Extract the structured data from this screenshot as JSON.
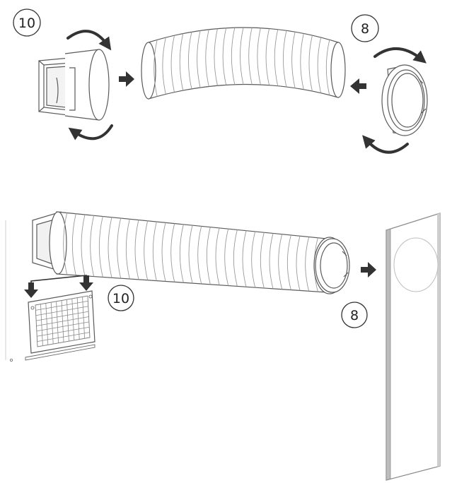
{
  "callouts": {
    "top_left": "10",
    "top_right": "8",
    "bottom_left": "10",
    "bottom_right": "8"
  },
  "colors": {
    "line": "#5a5a5a",
    "arrow": "#333333",
    "panel_edge": "#9a9a9a"
  },
  "icons": {
    "rotate": "curved-rotate-arrow-icon",
    "insert": "solid-right-arrow-icon",
    "insert_left": "solid-left-arrow-icon",
    "down": "solid-down-arrow-icon"
  }
}
